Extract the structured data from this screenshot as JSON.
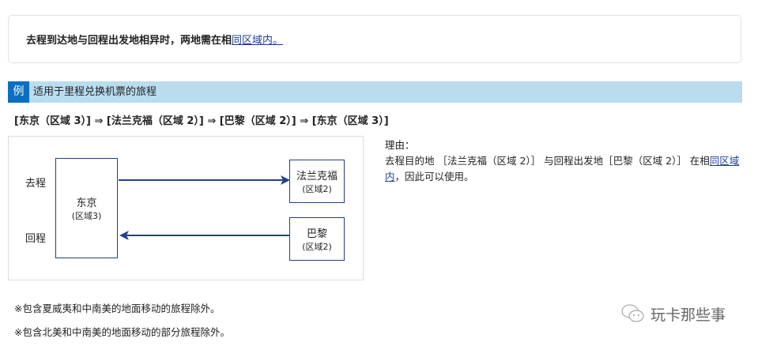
{
  "note": {
    "text": "去程到达地与回程出发地相异时，两地需在相",
    "link": "同区域内。"
  },
  "example": {
    "badge": "例",
    "title": "适用于里程兑换机票的旅程"
  },
  "route": "[东京（区域 3）] ⇒ [法兰克福（区域 2）] ⇒ [巴黎（区域 2）] ⇒ [东京（区域 3）]",
  "diagram": {
    "outbound_label": "去程",
    "return_label": "回程",
    "tokyo": {
      "name": "东京",
      "zone": "(区域3)"
    },
    "frankfurt": {
      "name": "法兰克福",
      "zone": "(区域2)"
    },
    "paris": {
      "name": "巴黎",
      "zone": "(区域2)"
    },
    "arrow_color": "#253f8f"
  },
  "reason": {
    "heading": "理由：",
    "line1": "去程目的地 ［法兰克福（区域 2）］ 与回程出发地［巴黎（区域 2）］ 在相",
    "link": "同区域内",
    "tail": "，因此可以使用。"
  },
  "footnotes": [
    "※包含夏威夷和中南美的地面移动的旅程除外。",
    "※包含北美和中南美的地面移动的部分旅程除外。"
  ],
  "watermark": "玩卡那些事"
}
